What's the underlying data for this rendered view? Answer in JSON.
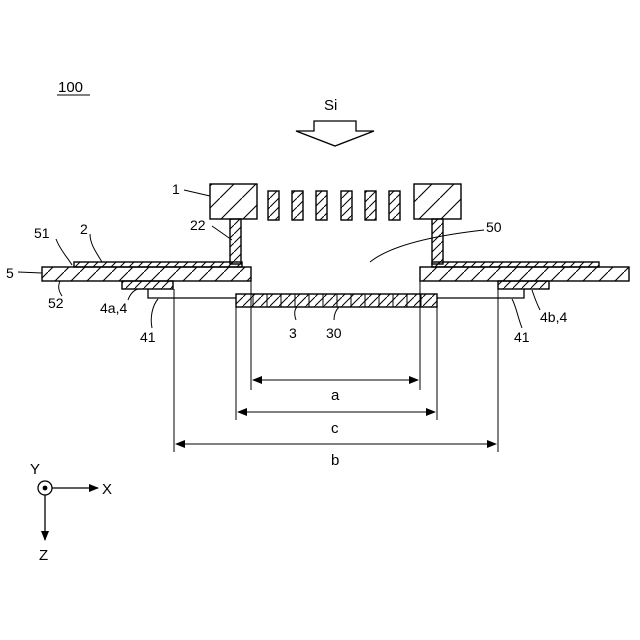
{
  "figure": {
    "number": "100",
    "source_label": "Si"
  },
  "labels": {
    "ion_source": "1",
    "substrate_layer": "2",
    "support": "22",
    "opening": "50",
    "frame": "5",
    "frame_top": "51",
    "frame_bottom": "52",
    "heater_left": "4a,4",
    "heater_right": "4b,4",
    "lead_left": "41",
    "lead_right": "41",
    "grid": "3",
    "grid_hole": "30"
  },
  "dimensions": {
    "a": "a",
    "c": "c",
    "b": "b"
  },
  "axes": {
    "x": "X",
    "y": "Y",
    "z": "Z"
  }
}
